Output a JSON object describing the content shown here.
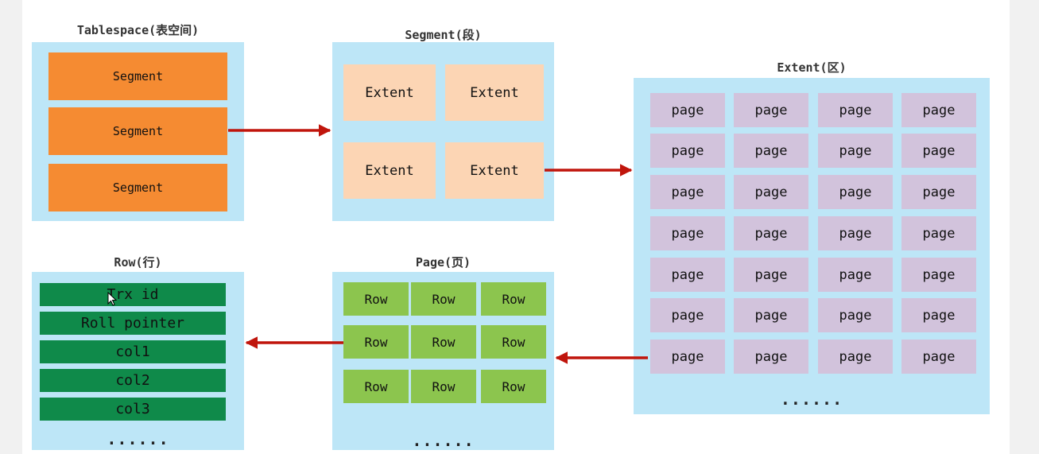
{
  "tablespace": {
    "title": "Tablespace(表空间)",
    "segments": [
      "Segment",
      "Segment",
      "Segment"
    ]
  },
  "segment": {
    "title": "Segment(段)",
    "extents": [
      "Extent",
      "Extent",
      "Extent",
      "Extent"
    ]
  },
  "extent": {
    "title": "Extent(区)",
    "page_label": "page",
    "rows": 7,
    "cols": 4,
    "ellipsis": "......"
  },
  "page": {
    "title": "Page(页)",
    "row_label": "Row",
    "rows": 3,
    "cols": 3,
    "ellipsis": "......"
  },
  "row": {
    "title": "Row(行)",
    "fields": [
      "Trx id",
      "Roll pointer",
      "col1",
      "col2",
      "col3"
    ],
    "ellipsis": "......"
  },
  "colors": {
    "segment": "#f58b32",
    "extent_box": "#fcd5b4",
    "page_box": "#d2c3dc",
    "row_box": "#8cc54e",
    "field_box": "#0f8a4a",
    "panel": "#bde6f7",
    "arrow": "#c0150c"
  }
}
